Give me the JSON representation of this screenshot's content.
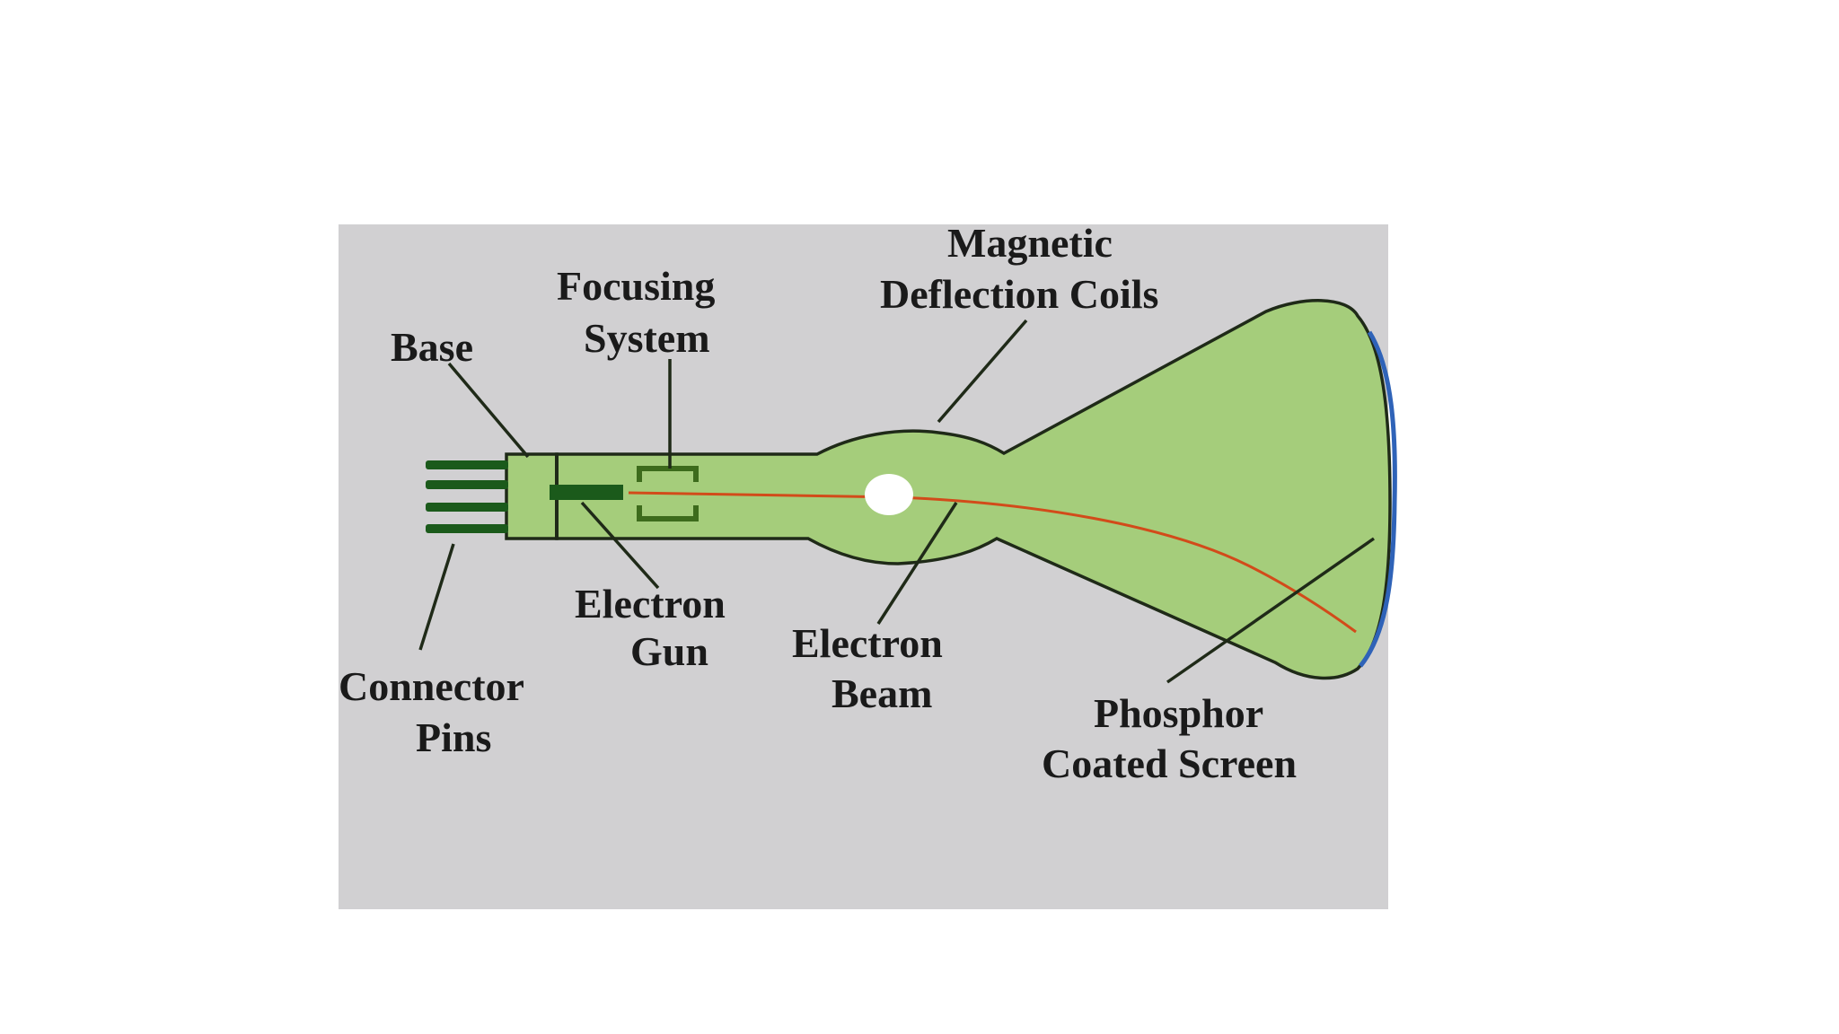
{
  "diagram": {
    "labels": {
      "base": "Base",
      "focusing_line1": "Focusing",
      "focusing_line2": "System",
      "magnetic_line1": "Magnetic",
      "magnetic_line2": "Deflection Coils",
      "electron_gun_line1": "Electron",
      "electron_gun_line2": "Gun",
      "electron_beam_line1": "Electron",
      "electron_beam_line2": "Beam",
      "connector_line1": "Connector",
      "connector_line2": "Pins",
      "phosphor_line1": "Phosphor",
      "phosphor_line2": "Coated Screen"
    },
    "colors": {
      "background": "#d1d0d2",
      "tube_fill": "#a5cd7b",
      "outline": "#1f2a18",
      "pins": "#1b5a1b",
      "gun": "#1b5a1b",
      "focus": "#3d6b1c",
      "beam": "#d24b1a",
      "screen_edge": "#2f63b8",
      "spot": "#ffffff"
    }
  }
}
